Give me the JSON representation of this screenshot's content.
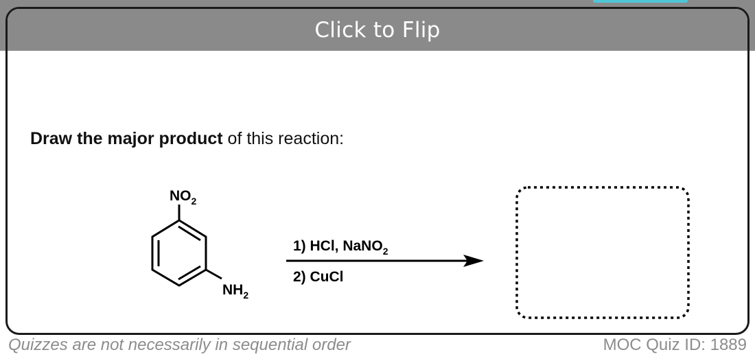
{
  "header": {
    "flip_label": "Click to Flip"
  },
  "question": {
    "bold": "Draw the major product",
    "rest": " of this reaction:"
  },
  "reaction": {
    "top_group": "NO",
    "top_group_sub": "2",
    "bottom_group": "NH",
    "bottom_group_sub": "2",
    "reagent1_prefix": "1)  HCl, NaNO",
    "reagent1_sub": "2",
    "reagent2": "2)  CuCl"
  },
  "footer": {
    "note": "Quizzes are not necessarily in sequential order",
    "quiz_id": "MOC Quiz ID: 1889"
  },
  "colors": {
    "header_bar": "#8a8a8a",
    "accent_tab": "#4ec6d6",
    "footer_text": "#8c8c8c"
  }
}
